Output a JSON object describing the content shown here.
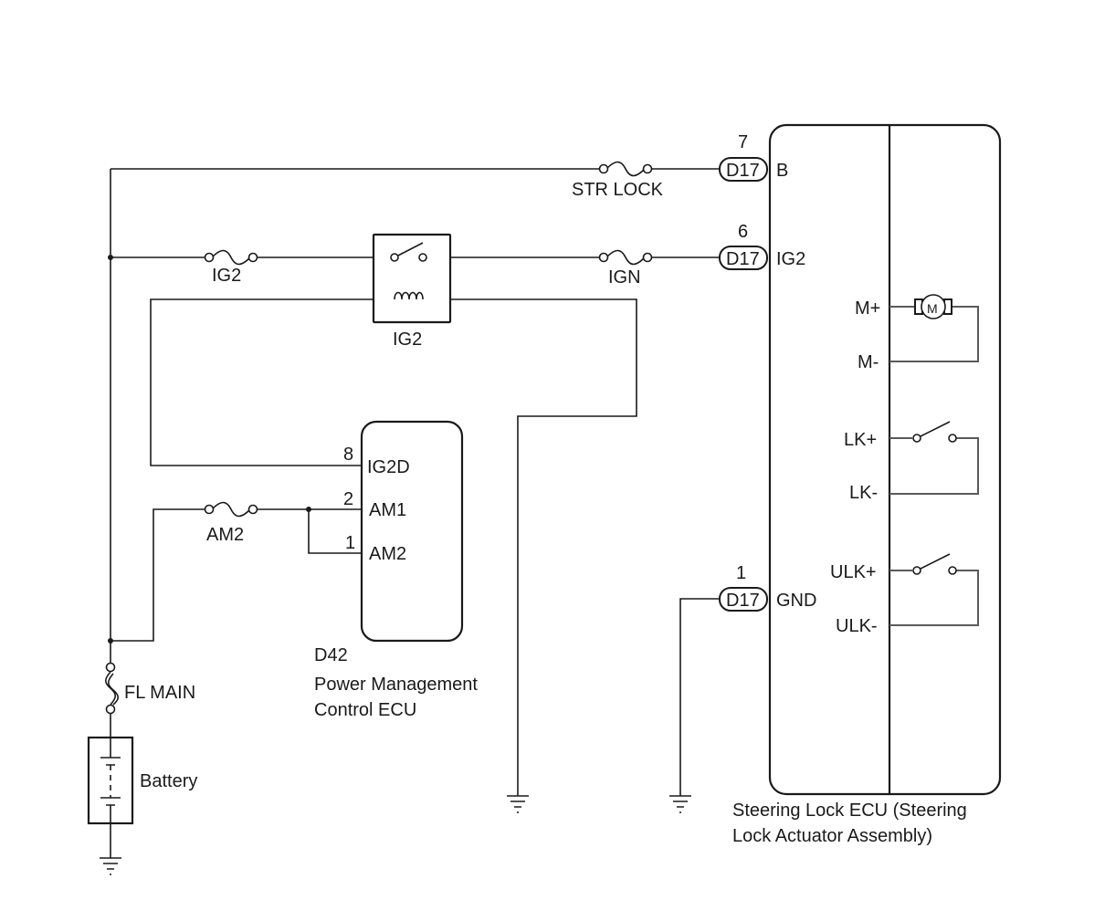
{
  "fuses": {
    "str_lock": "STR LOCK",
    "ig2": "IG2",
    "ign": "IGN",
    "am2": "AM2",
    "fl_main": "FL MAIN"
  },
  "relay": {
    "label": "IG2"
  },
  "battery": {
    "label": "Battery"
  },
  "pm_ecu": {
    "code": "D42",
    "name_line1": "Power Management",
    "name_line2": "Control ECU",
    "pins": [
      {
        "num": "8",
        "name": "IG2D"
      },
      {
        "num": "2",
        "name": "AM1"
      },
      {
        "num": "1",
        "name": "AM2"
      }
    ]
  },
  "steering_ecu": {
    "name_line1": "Steering Lock ECU (Steering",
    "name_line2": "Lock Actuator Assembly)",
    "pins": [
      {
        "num": "7",
        "connector": "D17",
        "name": "B"
      },
      {
        "num": "6",
        "connector": "D17",
        "name": "IG2"
      },
      {
        "num": "1",
        "connector": "D17",
        "name": "GND"
      }
    ],
    "motor_symbol": "M",
    "terminals": [
      "M+",
      "M-",
      "LK+",
      "LK-",
      "ULK+",
      "ULK-"
    ]
  }
}
